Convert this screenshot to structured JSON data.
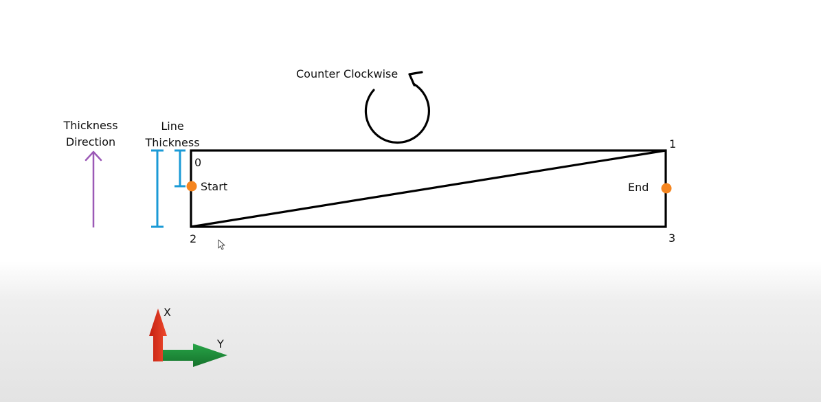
{
  "rotation": {
    "label": "Counter Clockwise",
    "icon": "counter-clockwise-arrow-icon"
  },
  "thickness_direction": {
    "line1": "Thickness",
    "line2": "Direction",
    "arrow_color": "#9b59b6"
  },
  "line_thickness": {
    "line1": "Line",
    "line2": "Thickness",
    "bracket_color": "#1a9ad6"
  },
  "vertices": {
    "v0": "0",
    "v1": "1",
    "v2": "2",
    "v3": "3"
  },
  "endpoints": {
    "start": "Start",
    "end": "End",
    "marker_color": "#f5851f"
  },
  "axes": {
    "x_label": "X",
    "y_label": "Y",
    "x_color": "#e0321c",
    "y_color": "#1e8f3a"
  }
}
